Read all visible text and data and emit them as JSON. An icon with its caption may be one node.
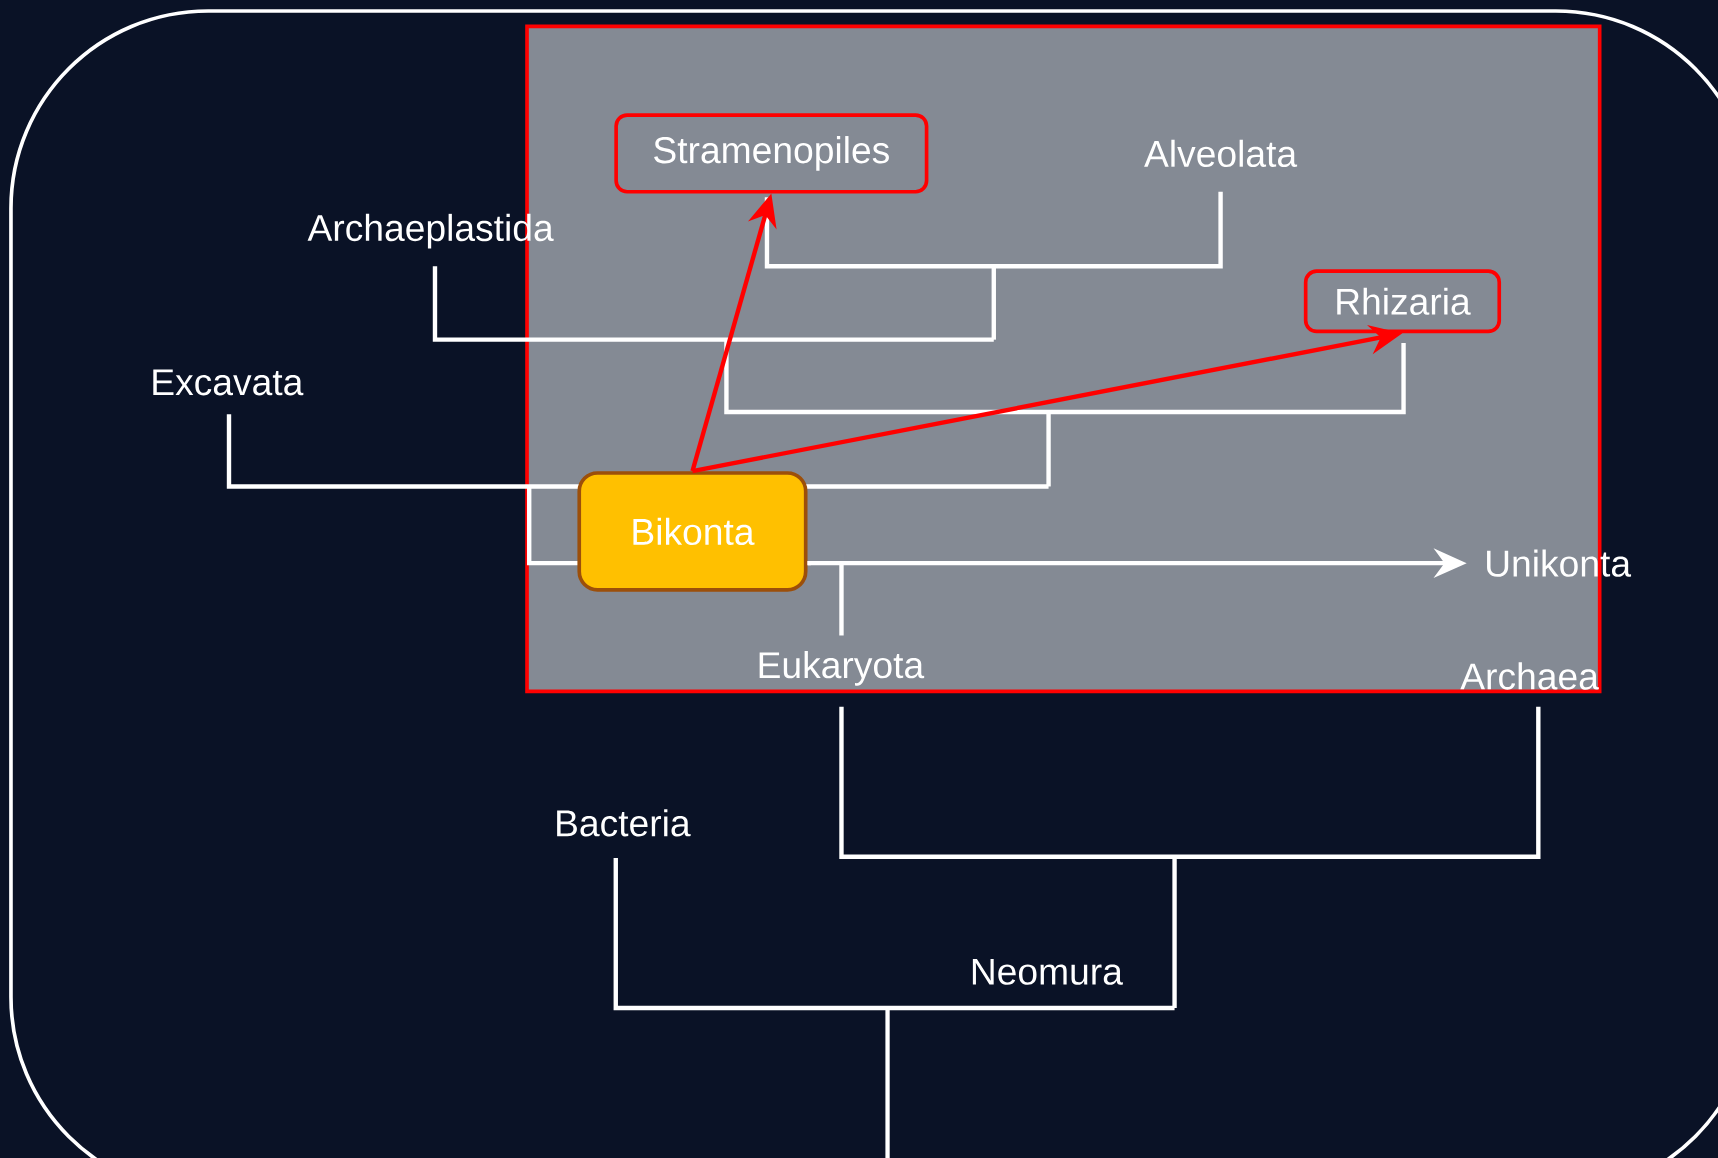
{
  "diagram": {
    "nodes": [
      {
        "text": [
          "Stramenopiles"
        ]
      },
      {
        "text": [
          "Rhizaria"
        ]
      },
      {
        "text": [
          "Bikonta"
        ]
      },
      {
        "text": [
          "Unikonta"
        ]
      }
    ],
    "edges": [
      {
        "from": 2,
        "to": 0,
        "arrow": "to",
        "color": "#ff0000"
      },
      {
        "from": 2,
        "to": 1,
        "arrow": "to",
        "color": "#ff0000"
      },
      {
        "from": 2,
        "to": 3,
        "arrow": "to",
        "color": "#ffffff"
      }
    ],
    "labels": [
      "Alveolata",
      "Archaeplastida",
      "Excavata",
      "Eukaryota",
      "Archaea",
      "Bacteria",
      "Neomura"
    ]
  }
}
